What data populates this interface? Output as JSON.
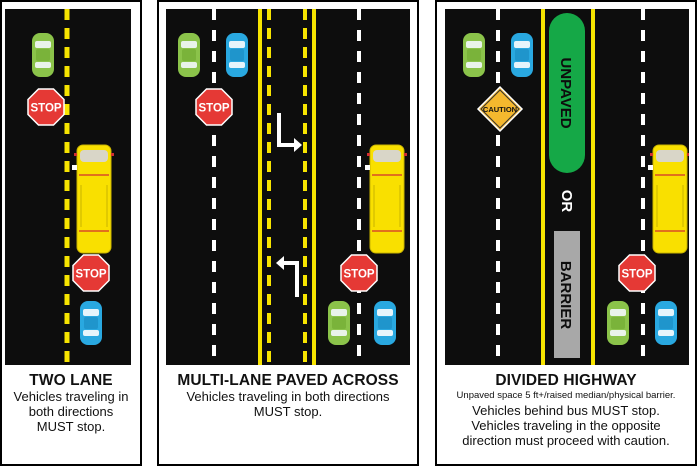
{
  "colors": {
    "road": "#0d0d0d",
    "yellow_line": "#f7e400",
    "white_line": "#ffffff",
    "stop_sign": "#e53935",
    "bus": "#f9e000",
    "car_green": "#8bc34a",
    "car_blue": "#29a8e0",
    "median_green": "#15a847",
    "barrier_gray": "#a8a8a8",
    "caution_sign": "#f5b82e"
  },
  "icons": [
    "stop-sign-icon",
    "caution-sign-icon",
    "school-bus-icon",
    "car-icon",
    "turn-arrow-icon"
  ],
  "panels": [
    {
      "title": "TWO LANE",
      "description_lines": [
        "Vehicles traveling in",
        "both directions",
        "MUST stop."
      ],
      "stop_sign_text": "STOP"
    },
    {
      "title": "MULTI-LANE PAVED ACROSS",
      "description_lines": [
        "Vehicles traveling in both directions",
        "MUST stop."
      ],
      "stop_sign_text": "STOP"
    },
    {
      "title": "DIVIDED HIGHWAY",
      "fine_print": "Unpaved space 5 ft+/raised median/physical barrier.",
      "description_lines": [
        "Vehicles behind bus MUST stop.",
        "Vehicles traveling in the opposite",
        "direction must proceed with caution."
      ],
      "stop_sign_text": "STOP",
      "caution_sign_text": "CAUTION",
      "median_unpaved_text": "UNPAVED",
      "median_or_text": "OR",
      "median_barrier_text": "BARRIER"
    }
  ]
}
